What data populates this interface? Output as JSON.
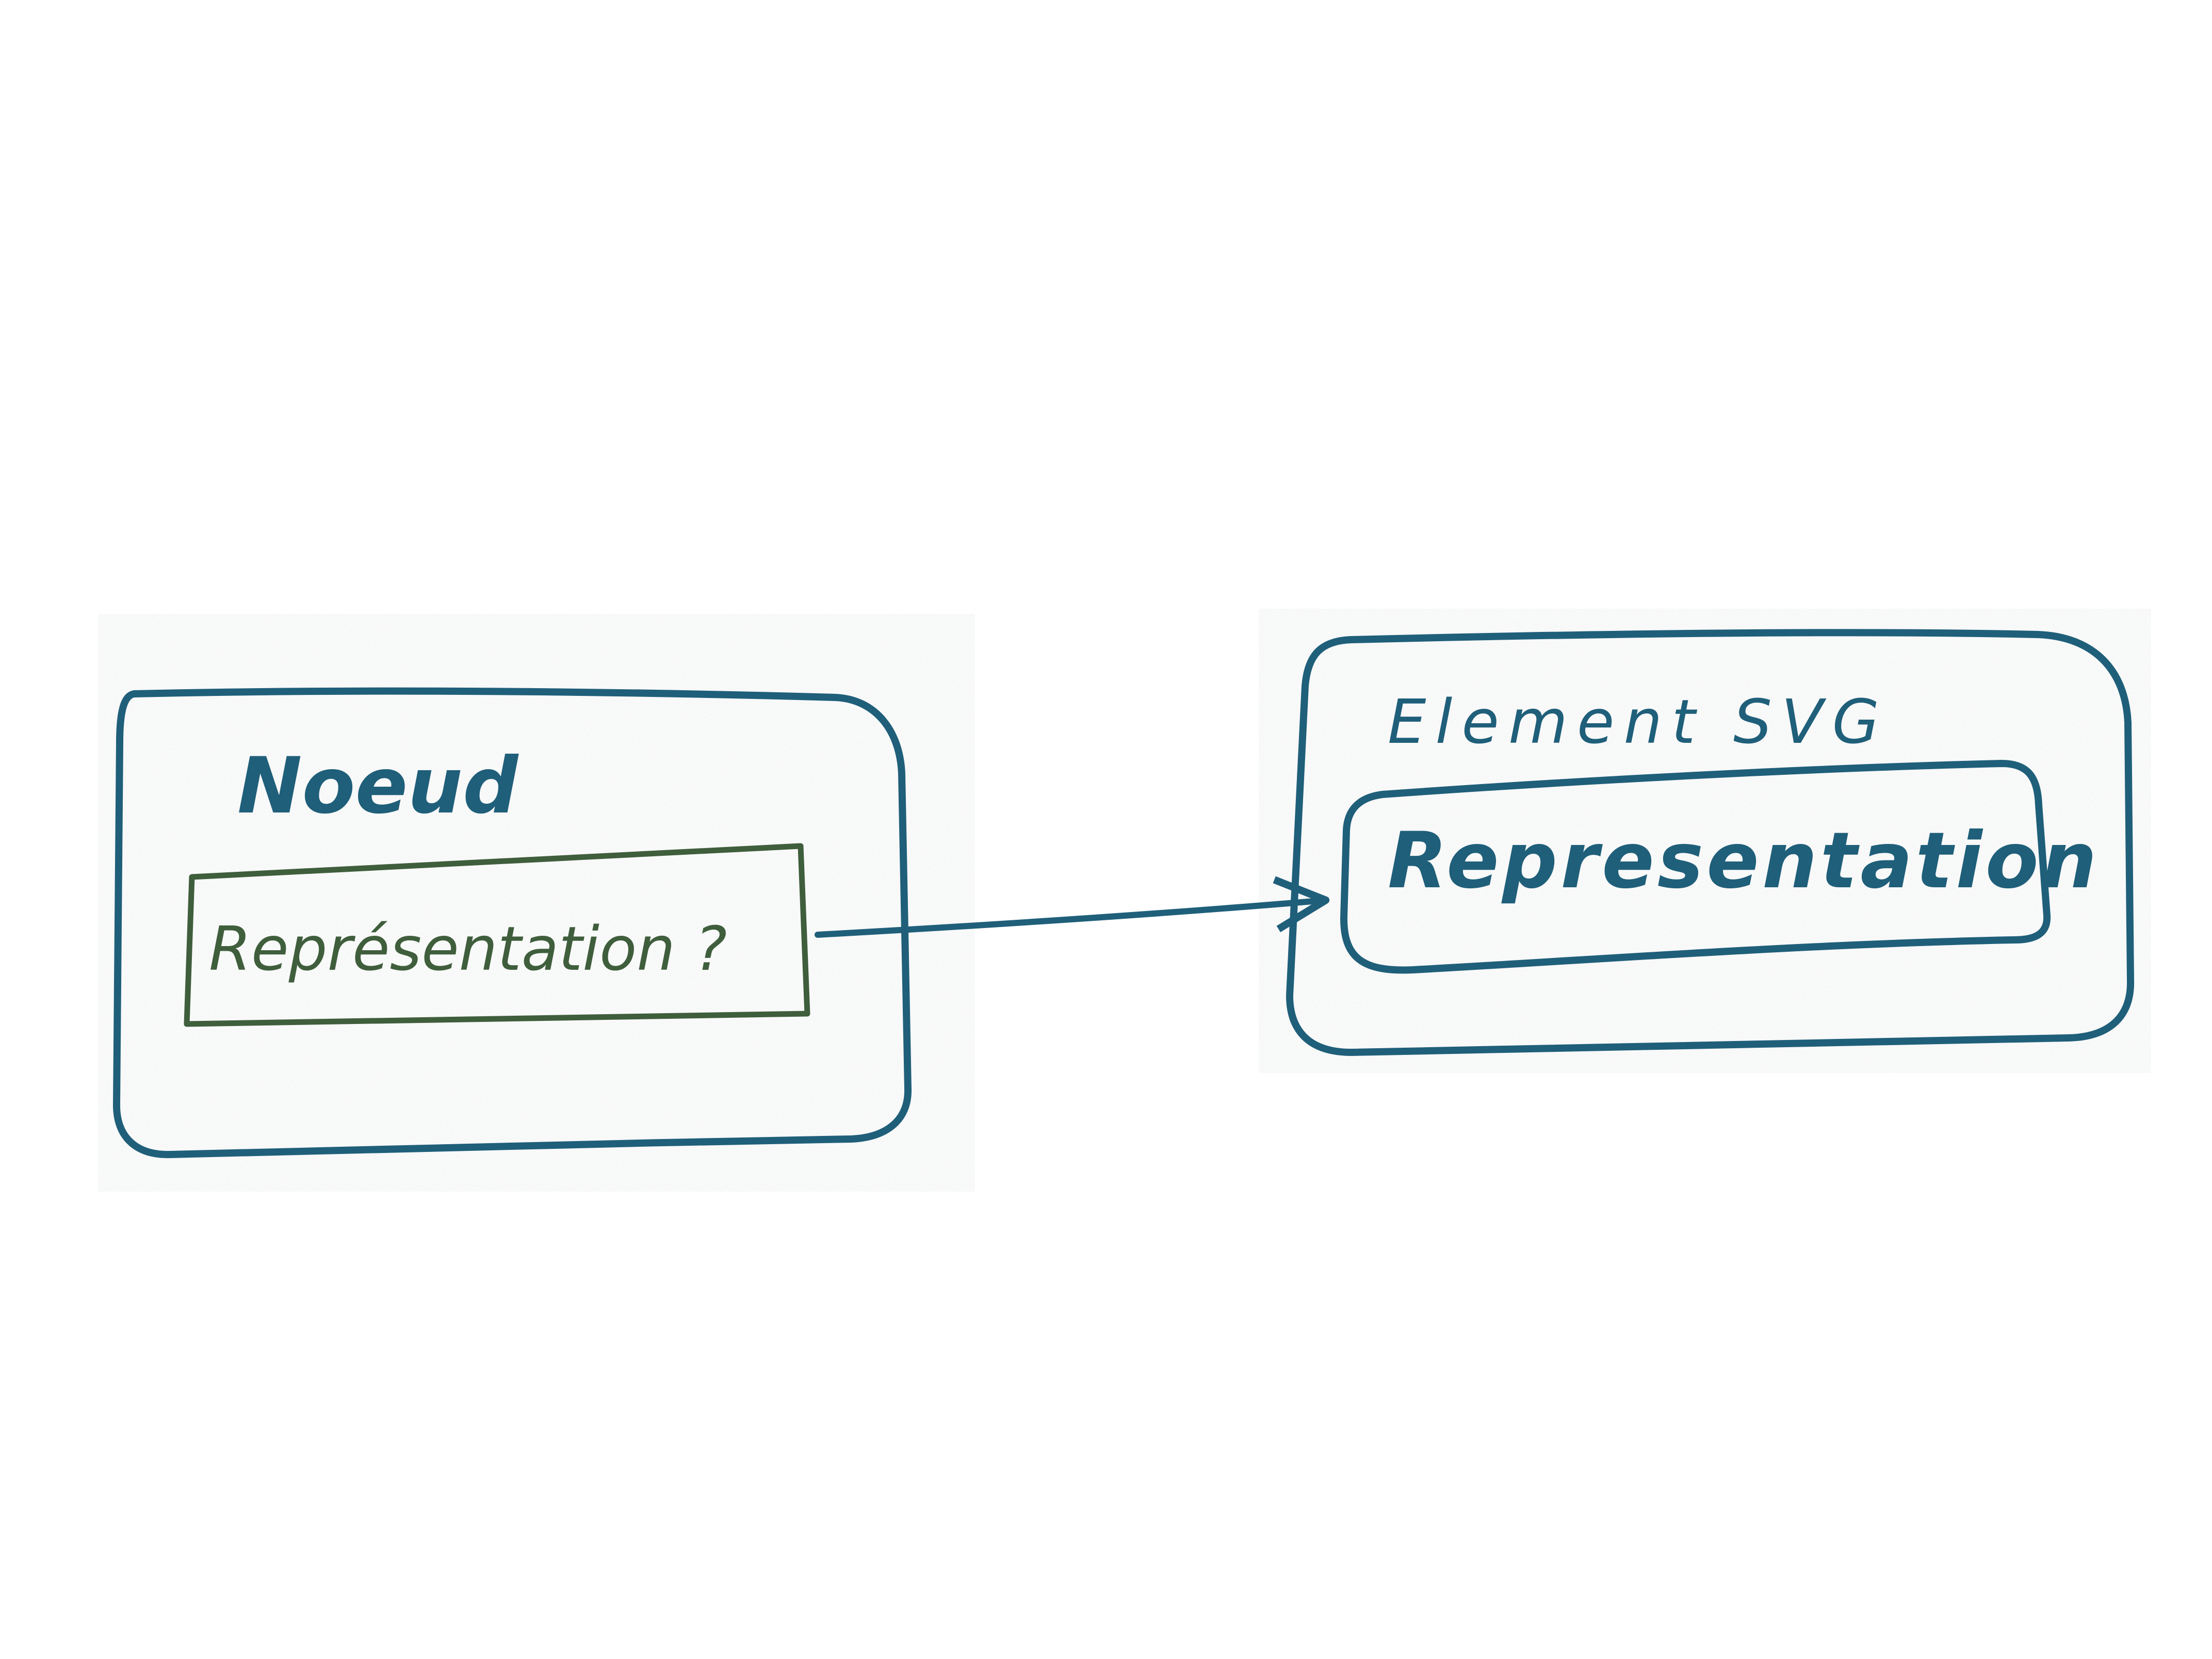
{
  "colors": {
    "paper": "#ffffff",
    "ink_blue": "#1f5f7a",
    "ink_green": "#3f5e3c",
    "speckle": "#cfd3d3"
  },
  "left_box": {
    "title": "Noeud",
    "inner_label": "Représentation ?"
  },
  "right_box": {
    "title": "Element SVG",
    "inner_label": "Representation"
  }
}
